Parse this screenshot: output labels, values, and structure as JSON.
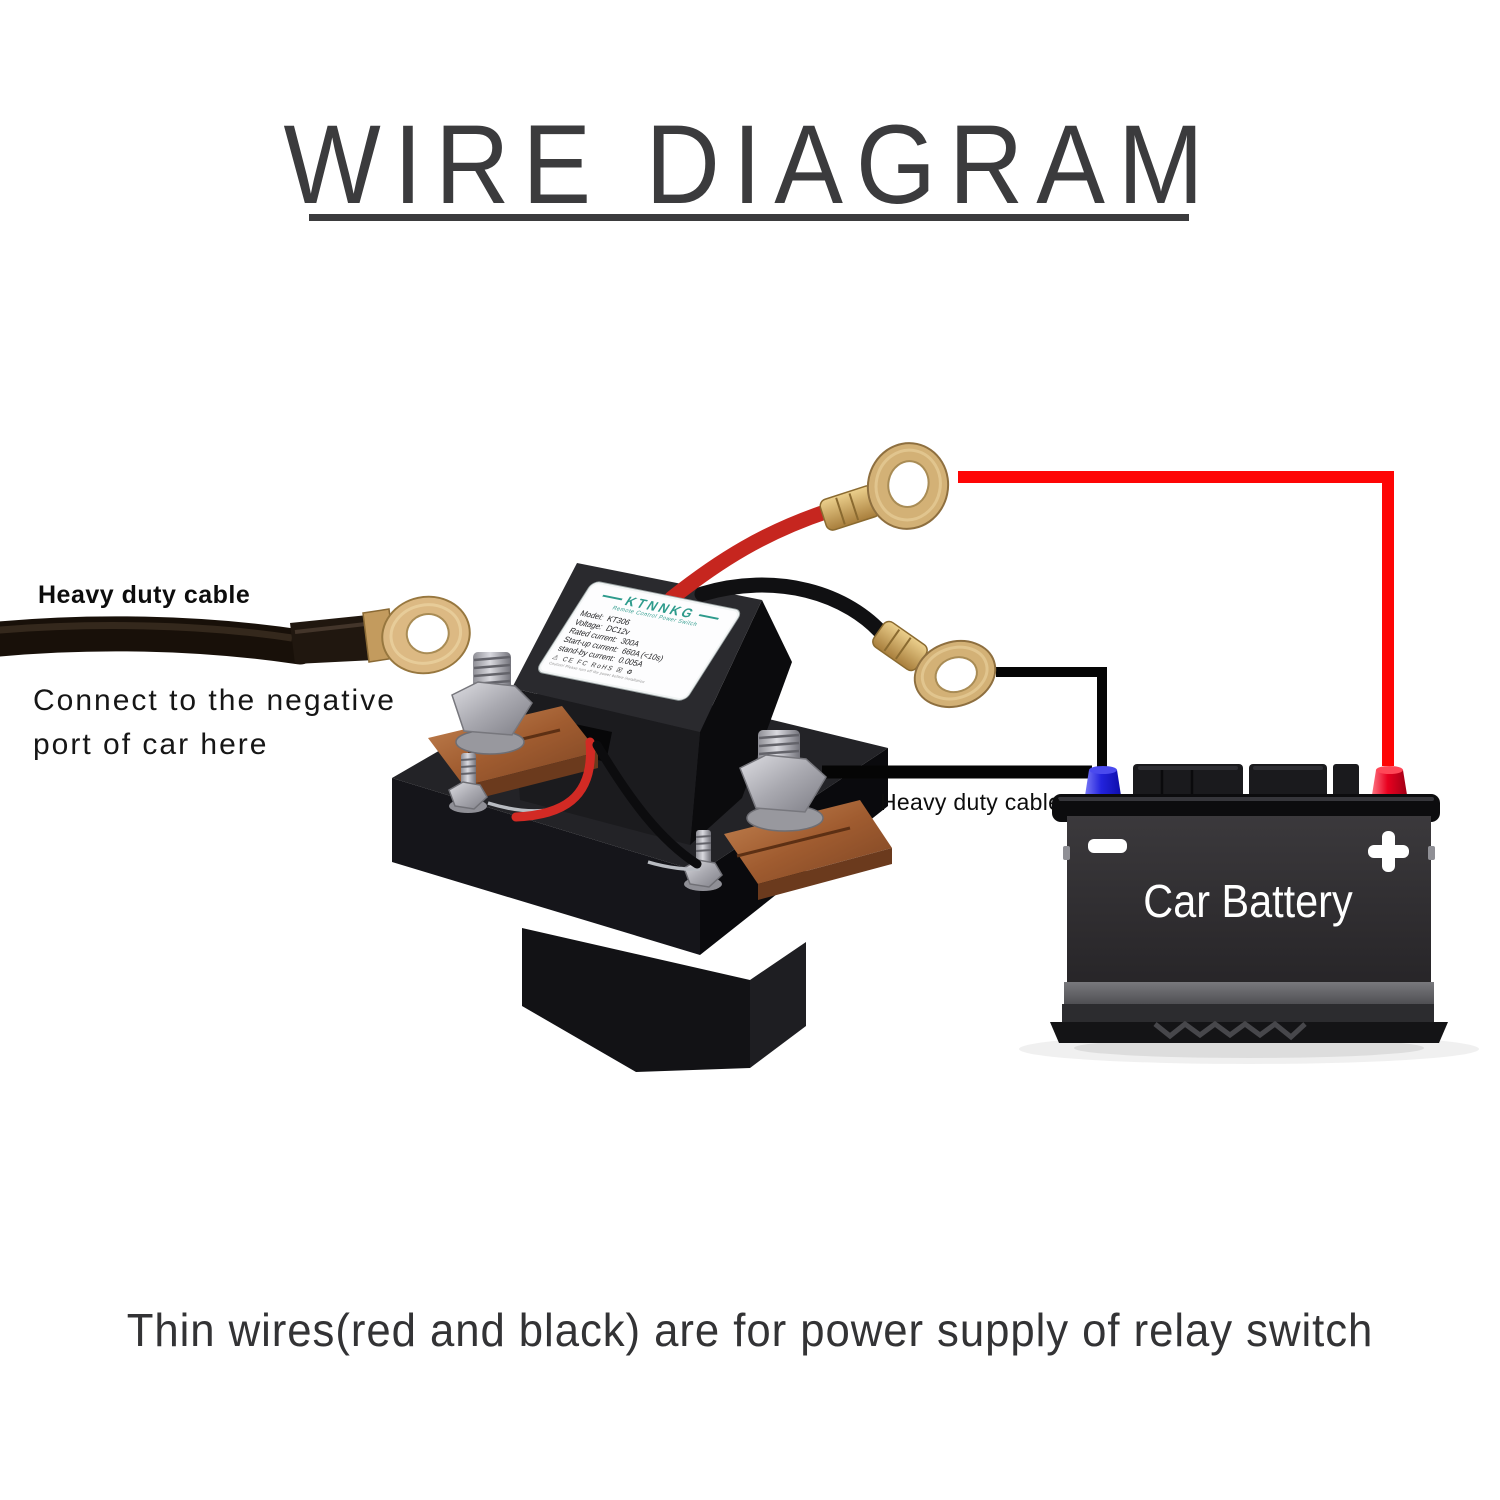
{
  "title": {
    "text": "WIRE DIAGRAM"
  },
  "annotations": {
    "left_cable_label": "Heavy duty cable",
    "connect_note_line1": "Connect to the negative",
    "connect_note_line2": "port of car here",
    "mid_cable_label": "Heavy duty cable",
    "footer_text": "Thin wires(red and black) are for power supply of  relay switch"
  },
  "relay": {
    "label": {
      "brand": "KTNNKG",
      "subtitle": "Remote Control Power Switch",
      "rows": [
        {
          "name": "Model:",
          "value": "KT306"
        },
        {
          "name": "Voltage:",
          "value": "DC12v"
        },
        {
          "name": "Rated current:",
          "value": "300A"
        },
        {
          "name": "Start-up current:",
          "value": "660A (<10s)"
        },
        {
          "name": "stand-by current:",
          "value": "0.005A"
        }
      ],
      "certs": "⚠ CE FC RoHS ☒ ♻",
      "caution": "Caution! Please turn off the power before installation"
    }
  },
  "battery": {
    "name": "Car Battery",
    "polarity_negative": "−",
    "polarity_positive": "+"
  },
  "colors": {
    "supply_wire_red": "#fe0505",
    "supply_wire_black": "#000000",
    "ring_terminal_brass": "#d9b57e",
    "copper_pad": "#b06a3c",
    "brand_teal": "#2e9b8c",
    "battery_negative_blue": "#2323dd",
    "battery_positive_red": "#e8001f",
    "title_gray": "#3b3b3d"
  }
}
